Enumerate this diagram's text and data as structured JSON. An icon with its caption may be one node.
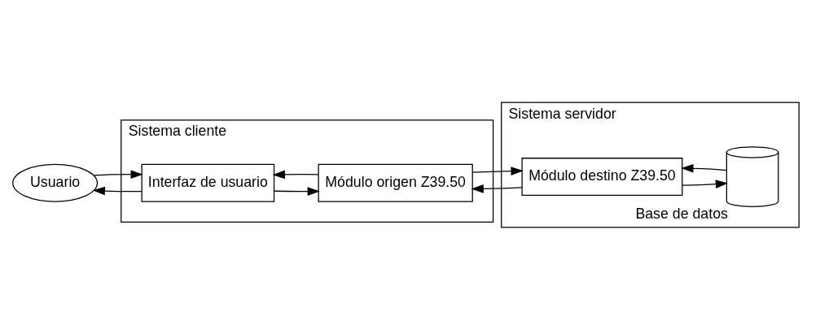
{
  "diagram": {
    "nodes": [
      {
        "text": [
          "Sistema cliente"
        ]
      },
      {
        "text": [
          "Sistema servidor"
        ]
      },
      {
        "text": [
          "Usuario"
        ]
      },
      {
        "text": [
          "Interfaz de usuario"
        ],
        "in": 0
      },
      {
        "text": [
          "Módulo origen Z39.50"
        ],
        "in": 0
      },
      {
        "text": [
          "Módulo destino Z39.50"
        ],
        "in": 1
      },
      {
        "text": [],
        "shape": "cylinder",
        "beside": [
          "Base de datos"
        ],
        "in": 1
      }
    ],
    "edges": [
      {
        "from": 2,
        "to": 3,
        "arrow": "to"
      },
      {
        "from": 3,
        "to": 2,
        "arrow": "to"
      },
      {
        "from": 3,
        "to": 4,
        "arrow": "to"
      },
      {
        "from": 4,
        "to": 3,
        "arrow": "to"
      },
      {
        "from": 4,
        "to": 5,
        "arrow": "to"
      },
      {
        "from": 5,
        "to": 4,
        "arrow": "to"
      },
      {
        "from": 5,
        "to": 6,
        "arrow": "to"
      },
      {
        "from": 6,
        "to": 5,
        "arrow": "to"
      }
    ]
  }
}
